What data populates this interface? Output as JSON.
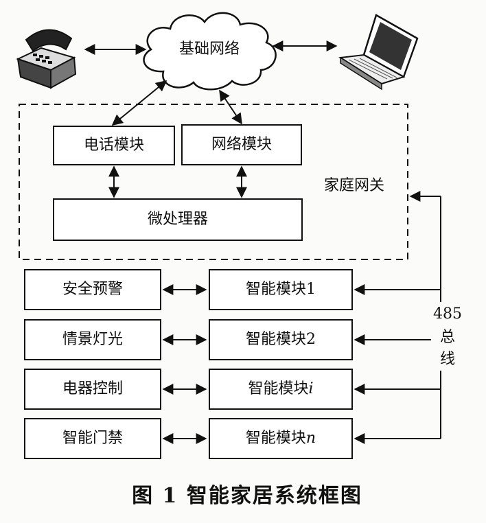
{
  "cloud_label": "基础网络",
  "gateway_label": "家庭网关",
  "modules": {
    "phone": "电话模块",
    "network": "网络模块",
    "cpu": "微处理器"
  },
  "rows": [
    {
      "device": "安全预警",
      "module": "智能模块1"
    },
    {
      "device": "情景灯光",
      "module": "智能模块2"
    },
    {
      "device": "电器控制",
      "module": "智能模块",
      "suffix": "i"
    },
    {
      "device": "智能门禁",
      "module": "智能模块",
      "suffix": "n"
    }
  ],
  "bus": {
    "number": "485",
    "line1": "总",
    "line2": "线"
  },
  "caption": "图 1   智能家居系统框图",
  "icons": {
    "left": "telephone-icon",
    "right": "laptop-icon"
  }
}
